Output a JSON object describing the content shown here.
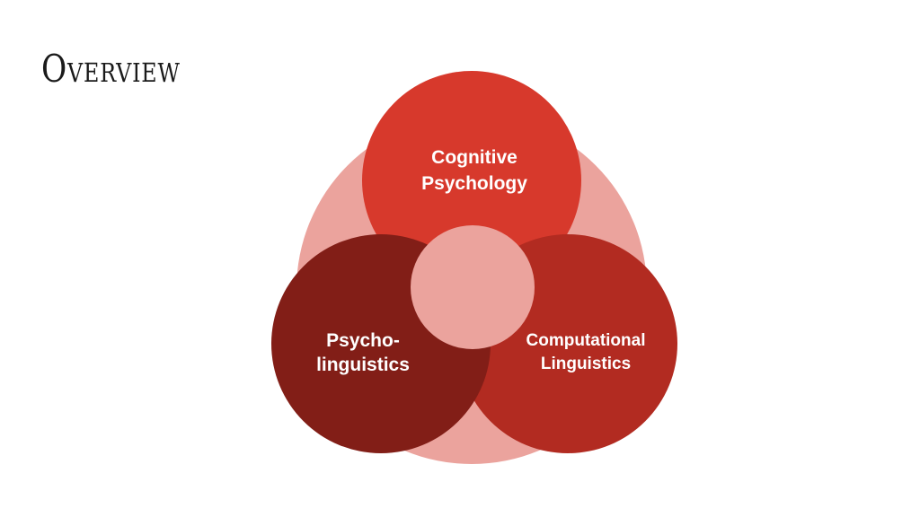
{
  "slide": {
    "title": "Overview"
  },
  "diagram": {
    "circles": [
      {
        "id": "cognitive",
        "lines": [
          "Cognitive",
          "Psychology"
        ],
        "color": "#d7392c"
      },
      {
        "id": "psycholinguistics",
        "lines": [
          "Psycho-",
          "linguistics"
        ],
        "color": "#821e17"
      },
      {
        "id": "computational",
        "lines": [
          "Computational",
          "Linguistics"
        ],
        "color": "#b22b21"
      }
    ],
    "background_color": "#eba39d",
    "center_color": "#eba39d"
  }
}
